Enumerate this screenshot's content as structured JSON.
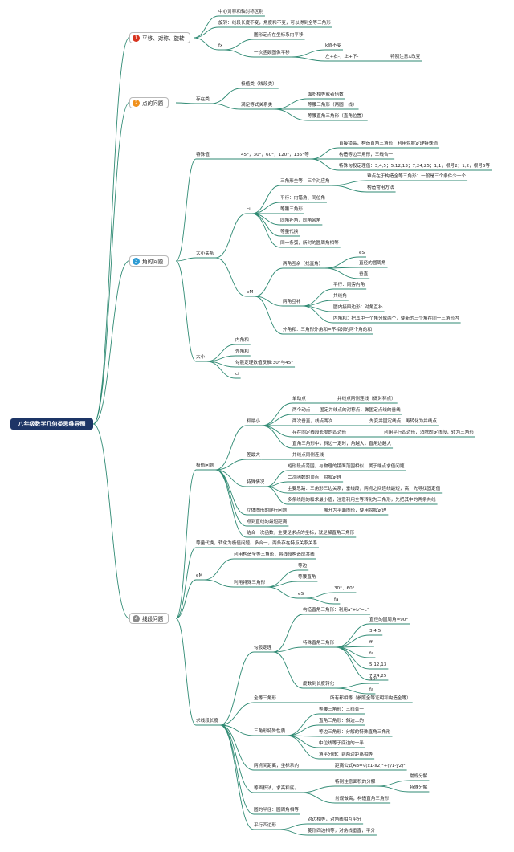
{
  "root": "八年级数学几何类思维导图",
  "colors": {
    "line": "#2f8a73",
    "root_bg": "#1d3566",
    "badge_1": "#d8341f",
    "badge_2": "#f0901b",
    "badge_3": "#2e9bd3",
    "badge_4": "#8a8a8a"
  },
  "main": [
    {
      "num": "1",
      "label": "平移、对称、旋转"
    },
    {
      "num": "2",
      "label": "点的问题"
    },
    {
      "num": "3",
      "label": "角的问题"
    },
    {
      "num": "4",
      "label": "线段问题"
    }
  ],
  "b1": {
    "n1": "中心对称和轴对称区别",
    "n2": "旋转：线段长度不变，角度和不变，可以得到全等三角形",
    "fx": "fx",
    "fx_a": "图形定点在坐标系内平移",
    "fx_b": "一次函数图像平移",
    "k": "k值不变",
    "lr": "左+右-，上+下-",
    "note": "特别注意X改变"
  },
  "b2": {
    "exist": "存在类",
    "iso": "极值类（线段类）",
    "eq": "满足等式关系类",
    "e1": "面积相等或者倍数",
    "e2": "等腰三角形（两圆一线）",
    "e3": "等腰直角三角形（直角位置）"
  },
  "b3": {
    "special": "特殊值",
    "angles": "45°，30°，60°，120°，135°等",
    "s1": "直接锁高，构造直角三角形，利用勾股定理特殊值",
    "s2": "构造等边三角形，三线合一",
    "s3": "特殊勾股定理值：3,4,5；5,12,13；7,24,25；1,1，根号2；1,2，根号5等",
    "size_rel": "大小关系",
    "ci": "ci",
    "c1": "三角形全等：三个对应角",
    "c1a": "难点在于构造全等三角形：一般是三个条件少一个",
    "c1b": "构造常用方法",
    "c2": "平行：内错角、同位角",
    "c3": "等腰三角形",
    "c4": "同角补角，同角余角",
    "c5": "等量代换",
    "c6": "同一条弧，所对的圆周角相等",
    "em": "eM",
    "m1": "两角互余（找直角）",
    "m1a": "eS",
    "m1b": "直径的圆周角",
    "m1c": "垂直",
    "m2": "两角互补",
    "m2a": "平行：同旁内角",
    "m2b": "共线角",
    "m2c": "圆内接四边形：对角互补",
    "m2d": "内角和：把其中一个角分成两个，使新的三个角在同一三角形内",
    "m3": "外角和：三角形外角和=不相邻的两个角的和",
    "size": "大小",
    "z1": "内角和",
    "z2": "外角和",
    "z3": "勾股定理数值反推:30°与45°",
    "z4": "ci"
  },
  "b4": {
    "extreme": "极值问题",
    "min": "和最小",
    "min1": "单动点",
    "min1a": "并线点两侧连线（做对称点）",
    "min2": "两个动点",
    "min2a": "固定并线点的对称点，做固定点线的垂线",
    "min3": "两次垂直，线点两次",
    "min3a": "先变并固定线点，再转化为并线点",
    "min4": "存在固定线段长度的四边形",
    "min4a": "利用平行四边形，消除固定线段，转为三角形",
    "min5": "直角三角形中，斜边一定时，角越大，直角边越大",
    "max": "差最大",
    "maxa": "并线点同侧连线",
    "sp": "特殊情况",
    "sp1": "矩形段点范围，与物理的镜面范围相似，属于端点求值问题",
    "sp2": "二次函数的顶点，勾股定理",
    "sp3": "主要思路：三角形三边关系，垂线段，两点之间连线最短，高，先寻找固定值",
    "sp4": "多条线段的和求最小值，注意利用全等转化为三角形，先把其中的两条共线",
    "solid": "立体图形的爬行问题",
    "solida": "展开为平面图形，使用勾股定理",
    "pl": "点到直线的最短距离",
    "fn": "结合一次函数，主要是求点的坐标，就是解直角三角形",
    "equal": "等量代换，转化为极值问题。多合一，两条存在特点关系关系",
    "em": "eM",
    "em1": "利用构造全等三角形，将线段构造成共线",
    "em2": "利用特殊三角形",
    "em2a": "等边",
    "em2b": "等腰直角",
    "es": "eS",
    "es1": "30°、60°",
    "es2": "fa",
    "len": "求线段长度",
    "pyth": "勾股定理",
    "p1": "构造直角三角形：利用a²+b²=c²",
    "p2": "特殊直角三角形",
    "p2a": "直径的圆周角=90°",
    "p2b": "3,4,5",
    "p2c": "ff",
    "p2d": "fa",
    "p2e": "5,12,13",
    "p2f": "7,24,25",
    "p3": "度数到长度转化",
    "p3a": "30°",
    "p3b": "fa",
    "cong": "全等三角形",
    "conga": "所有都相等（参照全等证明和构造全等）",
    "tri": "三角形特殊性质",
    "t1": "等腰三角形：三线合一",
    "t2": "直角三角形：斜边上的",
    "t3": "等边三角形：分解的特殊直角三角形",
    "t4": "中位线等于底边的一半",
    "t5": "角平分线：到两边距离相等",
    "two": "两点间距离，坐标系内",
    "twoa": "距离公式AB=√(x1-x2)²+(y1-y2)²",
    "area": "等面积法，求高和底。",
    "area1": "特别注意面积的分解",
    "area1a": "常规分解",
    "area1b": "特殊分解",
    "area2": "常规做高，构造直角三角形",
    "r": "圆的半径：圆周角相等",
    "para": "平行四边形",
    "para1": "对边相等，对角线相互平分",
    "para2": "菱形四边相等，对角线垂直，平分"
  }
}
